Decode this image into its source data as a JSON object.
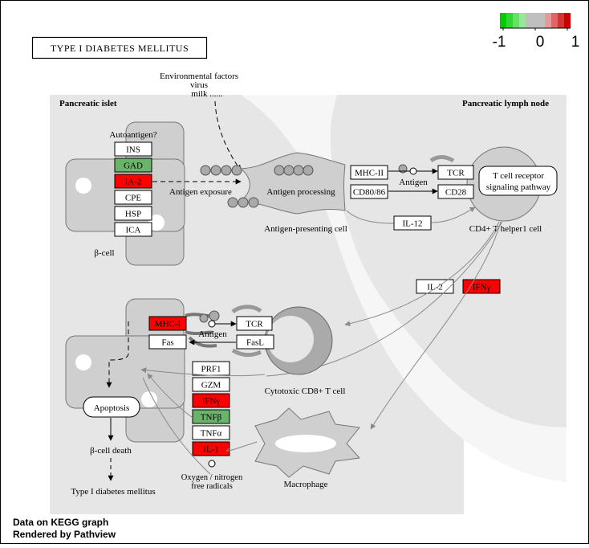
{
  "title": "TYPE I DIABETES MELLITUS",
  "legend": {
    "min": "-1",
    "mid": "0",
    "max": "1"
  },
  "colors": {
    "up": "#ff0000",
    "down": "#6ab36a",
    "neutral": "#ffffff",
    "region": "#e6e6e6",
    "cell": "#cfcfcf",
    "cellDark": "#aaaaaa"
  },
  "regions": {
    "islet": "Pancreatic islet",
    "lymph": "Pancreatic lymph node"
  },
  "external": {
    "line1": "Environmental factors",
    "line2": "virus",
    "line3": "milk ......"
  },
  "labels": {
    "autoantigen": "Autoantigen?",
    "beta_cell": "β-cell",
    "antigen_exposure": "Antigen exposure",
    "antigen_processing": "Antigen processing",
    "apc": "Antigen-presenting cell",
    "antigen_top": "Antigen",
    "antigen_bottom": "Antigen",
    "cd4": "CD4+ T helper1 cell",
    "tcr_pathway_1": "T cell receptor",
    "tcr_pathway_2": "signaling pathway",
    "ctl": "Cytotoxic CD8+ T cell",
    "apoptosis": "Apoptosis",
    "beta_death": "β-cell death",
    "t1dm": "Type I diabetes mellitus",
    "oxygen_1": "Oxygen / nitrogen",
    "oxygen_2": "free radicals",
    "macrophage": "Macrophage"
  },
  "genes": [
    {
      "id": "INS",
      "label": "INS",
      "status": "neutral"
    },
    {
      "id": "GAD",
      "label": "GAD",
      "status": "down"
    },
    {
      "id": "IA2",
      "label": "IA-2",
      "status": "up"
    },
    {
      "id": "CPE",
      "label": "CPE",
      "status": "neutral"
    },
    {
      "id": "HSP",
      "label": "HSP",
      "status": "neutral"
    },
    {
      "id": "ICA",
      "label": "ICA",
      "status": "neutral"
    },
    {
      "id": "MHC2",
      "label": "MHC-II",
      "status": "neutral"
    },
    {
      "id": "CD8086",
      "label": "CD80/86",
      "status": "neutral"
    },
    {
      "id": "TCR1",
      "label": "TCR",
      "status": "neutral"
    },
    {
      "id": "CD28",
      "label": "CD28",
      "status": "neutral"
    },
    {
      "id": "IL12",
      "label": "IL-12",
      "status": "neutral"
    },
    {
      "id": "IL2",
      "label": "IL-2",
      "status": "neutral"
    },
    {
      "id": "IFNG1",
      "label": "IFNγ",
      "status": "up"
    },
    {
      "id": "MHC1",
      "label": "MHC-I",
      "status": "up"
    },
    {
      "id": "FAS",
      "label": "Fas",
      "status": "neutral"
    },
    {
      "id": "TCR2",
      "label": "TCR",
      "status": "neutral"
    },
    {
      "id": "FASL",
      "label": "FasL",
      "status": "neutral"
    },
    {
      "id": "PRF1",
      "label": "PRF1",
      "status": "neutral"
    },
    {
      "id": "GZM",
      "label": "GZM",
      "status": "neutral"
    },
    {
      "id": "IFNG2",
      "label": "IFNγ",
      "status": "up"
    },
    {
      "id": "TNFB",
      "label": "TNFβ",
      "status": "down"
    },
    {
      "id": "TNFA",
      "label": "TNFα",
      "status": "neutral"
    },
    {
      "id": "IL1",
      "label": "IL-1",
      "status": "up"
    }
  ],
  "footer": {
    "line1": "Data on KEGG graph",
    "line2": "Rendered by Pathview"
  }
}
